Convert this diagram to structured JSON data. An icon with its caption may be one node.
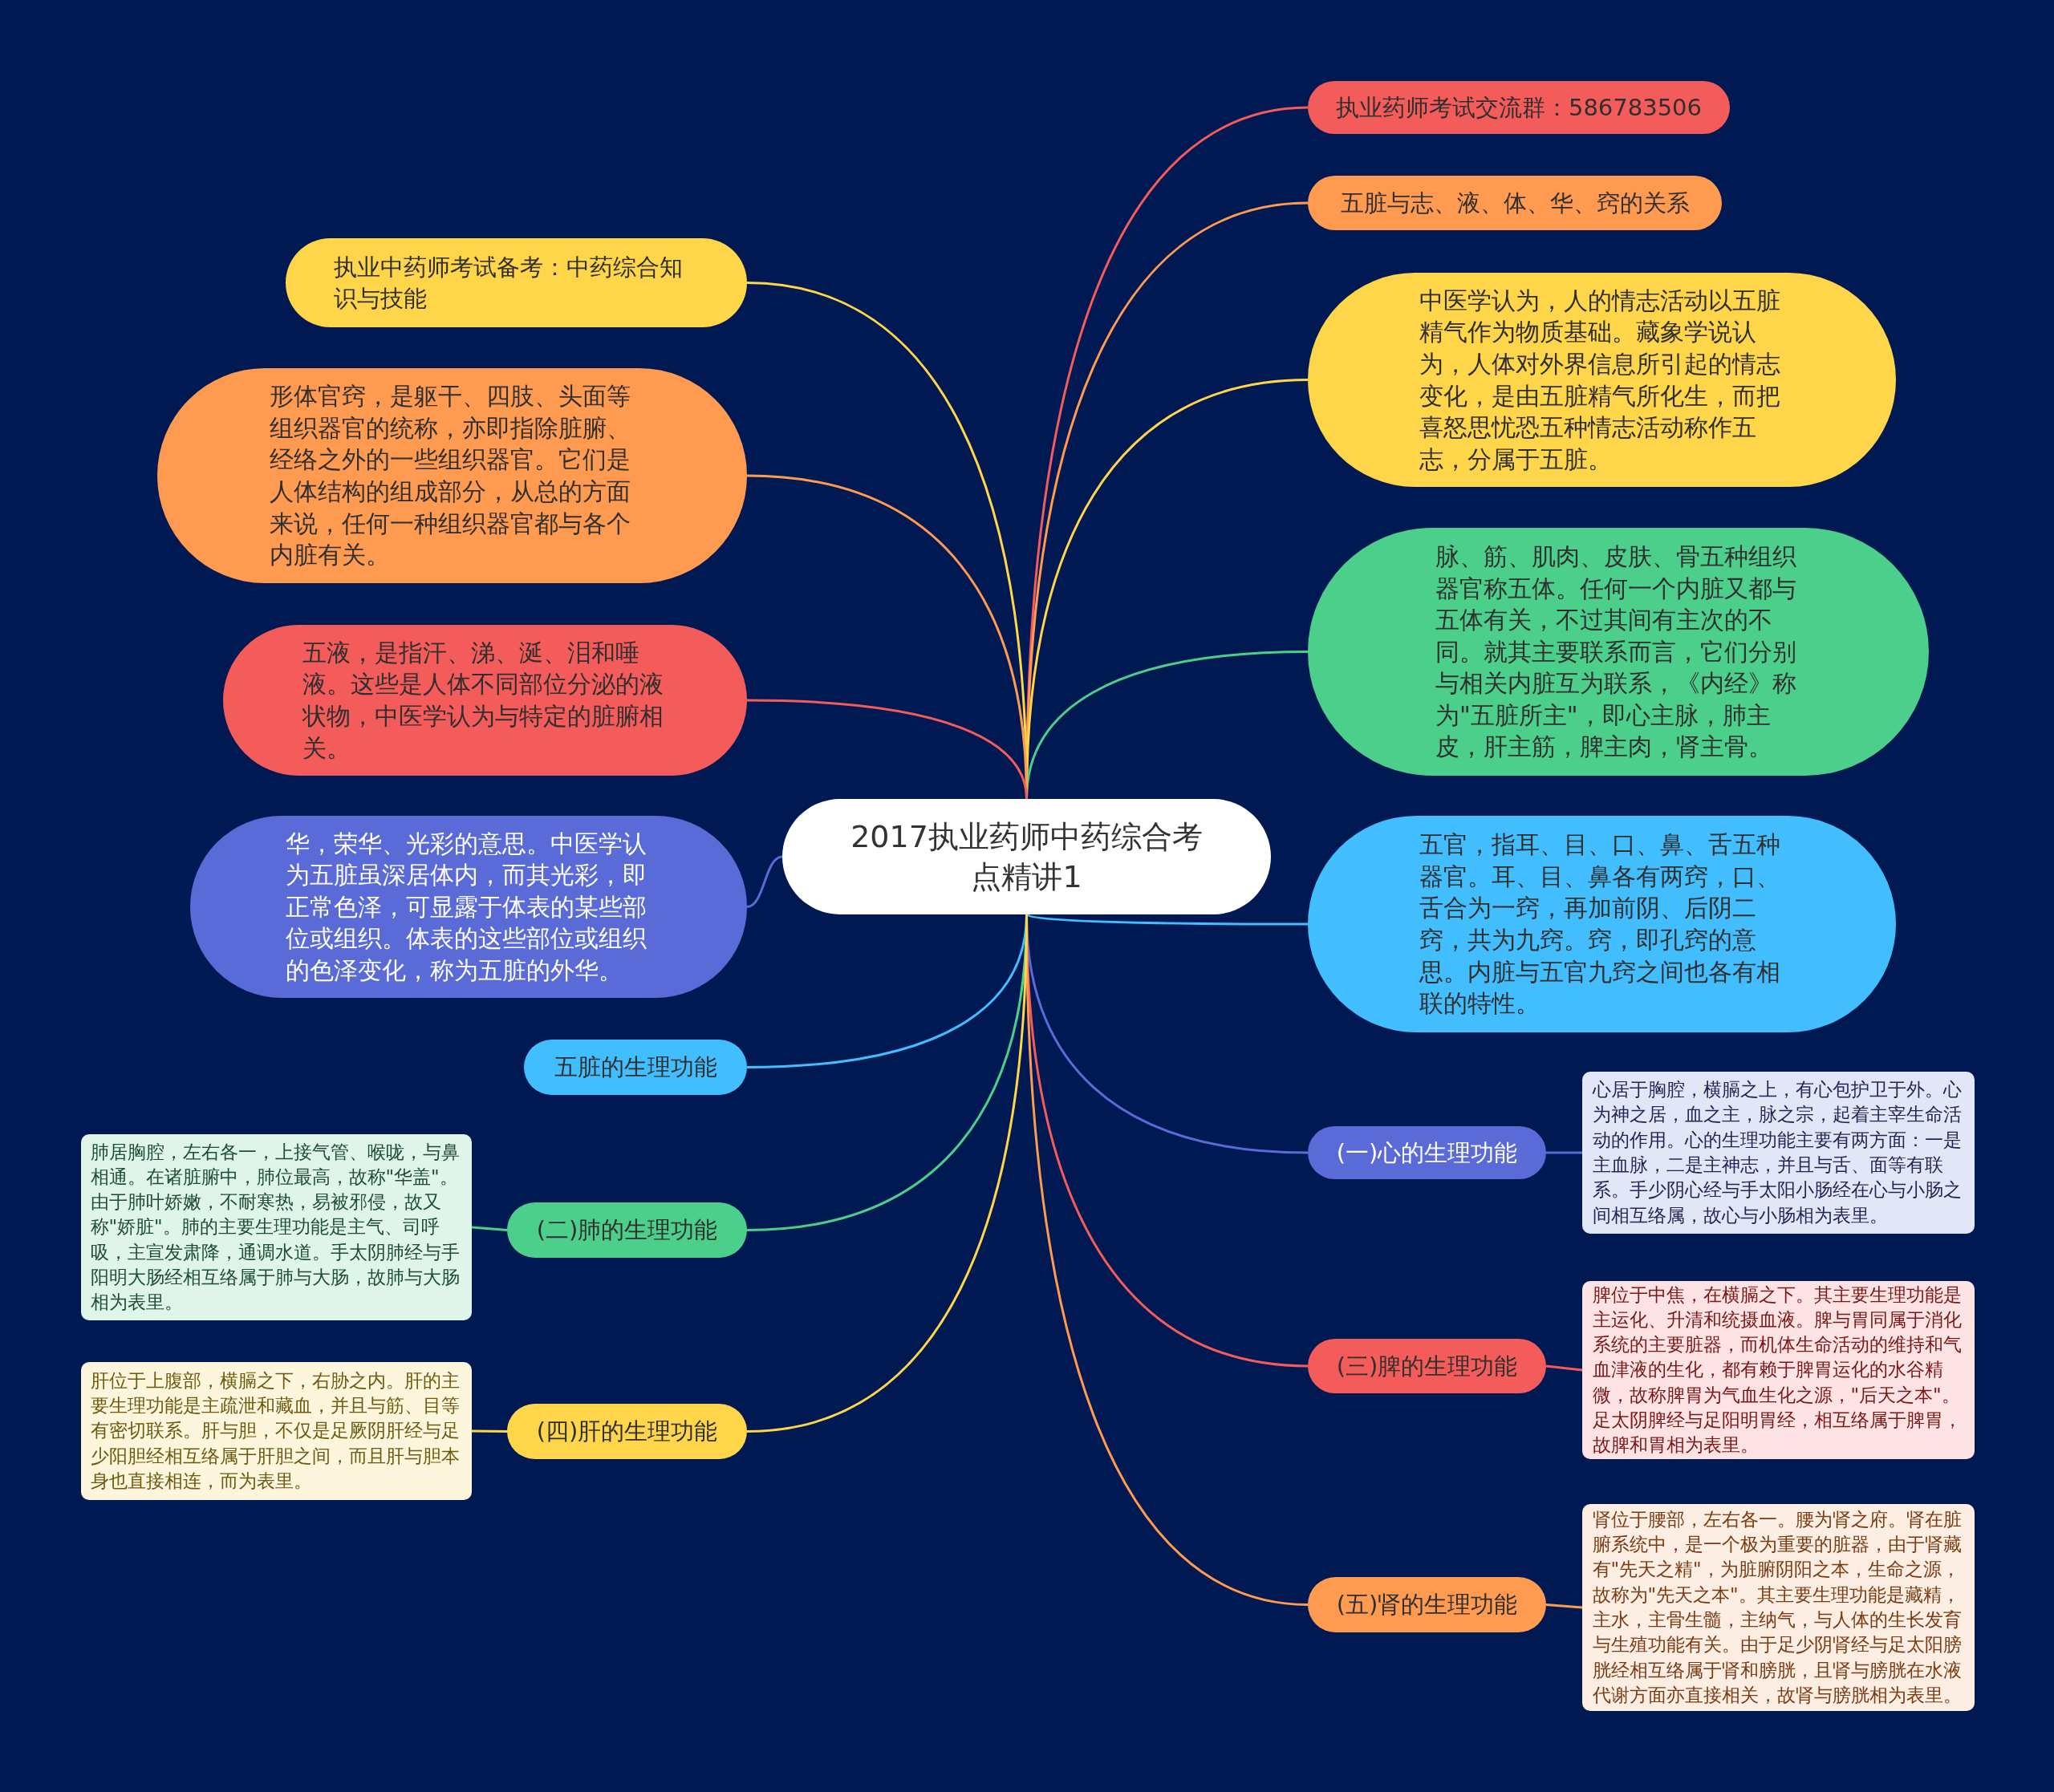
{
  "diagram": {
    "nodes": [
      {
        "text": [
          "2017执业药师中药综合考点精讲1"
        ]
      },
      {
        "text": [
          "执业药师考试交流群：586783506"
        ]
      },
      {
        "text": [
          "五脏与志、液、体、华、窍的关系"
        ]
      },
      {
        "text": [
          "中医学认为，人的情志活动以五脏精气作为物质基础。藏象学说认为，人体对外界信息所引起的情志变化，是由五脏精气所化生，而把喜怒思忧恐五种情志活动称作五志，分属于五脏。"
        ]
      },
      {
        "text": [
          "脉、筋、肌肉、皮肤、骨五种组织器官称五体。任何一个内脏又都与五体有关，不过其间有主次的不同。就其主要联系而言，它们分别与相关内脏互为联系，《内经》称为\"五脏所主\"，即心主脉，肺主皮，肝主筋，脾主肉，肾主骨。"
        ]
      },
      {
        "text": [
          "五官，指耳、目、口、鼻、舌五种器官。耳、目、鼻各有两窍，口、舌合为一窍，再加前阴、后阴二窍，共为九窍。窍，即孔窍的意思。内脏与五官九窍之间也各有相联的特性。"
        ]
      },
      {
        "text": [
          "(一)心的生理功能"
        ]
      },
      {
        "text": [
          "心居于胸腔，横膈之上，有心包护卫于外。心为神之居，血之主，脉之宗，起着主宰生命活动的作用。心的生理功能主要有两方面：一是主血脉，二是主神志，并且与舌、面等有联系。手少阴心经与手太阳小肠经在心与小肠之间相互络属，故心与小肠相为表里。"
        ]
      },
      {
        "text": [
          "(三)脾的生理功能"
        ]
      },
      {
        "text": [
          "脾位于中焦，在横膈之下。其主要生理功能是主运化、升清和统摄血液。脾与胃同属于消化系统的主要脏器，而机体生命活动的维持和气血津液的生化，都有赖于脾胃运化的水谷精微，故称脾胃为气血生化之源，\"后天之本\"。足太阴脾经与足阳明胃经，相互络属于脾胃，故脾和胃相为表里。"
        ]
      },
      {
        "text": [
          "(五)肾的生理功能"
        ]
      },
      {
        "text": [
          "肾位于腰部，左右各一。腰为肾之府。肾在脏腑系统中，是一个极为重要的脏器，由于肾藏有\"先天之精\"，为脏腑阴阳之本，生命之源，故称为\"先天之本\"。其主要生理功能是藏精，主水，主骨生髓，主纳气，与人体的生长发育与生殖功能有关。由于足少阴肾经与足太阳膀胱经相互络属于肾和膀胱，且肾与膀胱在水液代谢方面亦直接相关，故肾与膀胱相为表里。"
        ]
      },
      {
        "text": [
          "执业中药师考试备考：中药综合知识与技能"
        ]
      },
      {
        "text": [
          "形体官窍，是躯干、四肢、头面等组织器官的统称，亦即指除脏腑、经络之外的一些组织器官。它们是人体结构的组成部分，从总的方面来说，任何一种组织器官都与各个内脏有关。"
        ]
      },
      {
        "text": [
          "五液，是指汗、涕、涎、泪和唾液。这些是人体不同部位分泌的液状物，中医学认为与特定的脏腑相关。"
        ]
      },
      {
        "text": [
          "华，荣华、光彩的意思。中医学认为五脏虽深居体内，而其光彩，即正常色泽，可显露于体表的某些部位或组织。体表的这些部位或组织的色泽变化，称为五脏的外华。"
        ]
      },
      {
        "text": [
          "五脏的生理功能"
        ]
      },
      {
        "text": [
          "(二)肺的生理功能"
        ]
      },
      {
        "text": [
          "肺居胸腔，左右各一，上接气管、喉咙，与鼻相通。在诸脏腑中，肺位最高，故称\"华盖\"。由于肺叶娇嫩，不耐寒热，易被邪侵，故又称\"娇脏\"。肺的主要生理功能是主气、司呼吸，主宣发肃降，通调水道。手太阴肺经与手阳明大肠经相互络属于肺与大肠，故肺与大肠相为表里。"
        ]
      },
      {
        "text": [
          "(四)肝的生理功能"
        ]
      },
      {
        "text": [
          "肝位于上腹部，横膈之下，右胁之内。肝的主要生理功能是主疏泄和藏血，并且与筋、目等有密切联系。肝与胆，不仅是足厥阴肝经与足少阳胆经相互络属于肝胆之间，而且肝与胆本身也直接相连，而为表里。"
        ]
      }
    ],
    "edges": [
      {
        "from": 0,
        "to": 1,
        "arrow": "none",
        "color": "#f45b5b"
      },
      {
        "from": 0,
        "to": 2,
        "arrow": "none",
        "color": "#ff9b50"
      },
      {
        "from": 0,
        "to": 3,
        "arrow": "none",
        "color": "#ffd54a"
      },
      {
        "from": 0,
        "to": 4,
        "arrow": "none",
        "color": "#4ccf8b"
      },
      {
        "from": 0,
        "to": 5,
        "arrow": "none",
        "color": "#42bdfd"
      },
      {
        "from": 0,
        "to": 6,
        "arrow": "none",
        "color": "#5a6ad6"
      },
      {
        "from": 6,
        "to": 7,
        "arrow": "none",
        "color": "#5a6ad6"
      },
      {
        "from": 0,
        "to": 8,
        "arrow": "none",
        "color": "#f45b5b"
      },
      {
        "from": 8,
        "to": 9,
        "arrow": "none",
        "color": "#f45b5b"
      },
      {
        "from": 0,
        "to": 10,
        "arrow": "none",
        "color": "#ff9b50"
      },
      {
        "from": 10,
        "to": 11,
        "arrow": "none",
        "color": "#ff9b50"
      },
      {
        "from": 0,
        "to": 12,
        "arrow": "none",
        "color": "#ffd54a"
      },
      {
        "from": 0,
        "to": 13,
        "arrow": "none",
        "color": "#ff9b50"
      },
      {
        "from": 0,
        "to": 14,
        "arrow": "none",
        "color": "#f45b5b"
      },
      {
        "from": 0,
        "to": 15,
        "arrow": "none",
        "color": "#5a6ad6"
      },
      {
        "from": 0,
        "to": 16,
        "arrow": "none",
        "color": "#42bdfd"
      },
      {
        "from": 0,
        "to": 17,
        "arrow": "none",
        "color": "#4ccf8b"
      },
      {
        "from": 17,
        "to": 18,
        "arrow": "none",
        "color": "#4ccf8b"
      },
      {
        "from": 0,
        "to": 19,
        "arrow": "none",
        "color": "#ffd54a"
      },
      {
        "from": 19,
        "to": 20,
        "arrow": "none",
        "color": "#ffd54a"
      }
    ]
  }
}
